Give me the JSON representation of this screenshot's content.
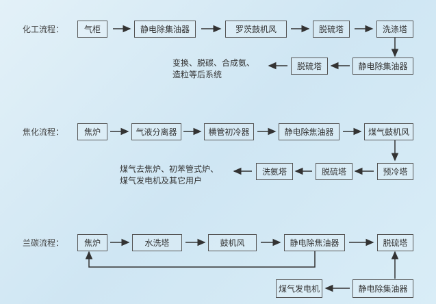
{
  "chemical": {
    "label": "化工流程：",
    "row1": [
      "气柜",
      "静电除集油器",
      "罗茨鼓机风",
      "脱硫塔",
      "洗涤塔"
    ],
    "row2": [
      "静电除集油器",
      "脱硫塔"
    ],
    "note": [
      "变换、脱碳、合成氨、",
      "造粒等后系统"
    ]
  },
  "coking": {
    "label": "焦化流程：",
    "row1": [
      "焦炉",
      "气液分离器",
      "横管初冷器",
      "静电除焦油器",
      "煤气鼓机风"
    ],
    "row2": [
      "预冷塔",
      "脱硫塔",
      "洗氨塔"
    ],
    "note": [
      "煤气去焦炉、初苯管式炉、",
      "煤气发电机及其它用户"
    ]
  },
  "semicoke": {
    "label": "兰碳流程：",
    "row1": [
      "焦炉",
      "水洗塔",
      "鼓机风",
      "静电除焦油器",
      "脱硫塔"
    ],
    "row2": [
      "静电除集油器",
      "煤气发电机"
    ]
  }
}
